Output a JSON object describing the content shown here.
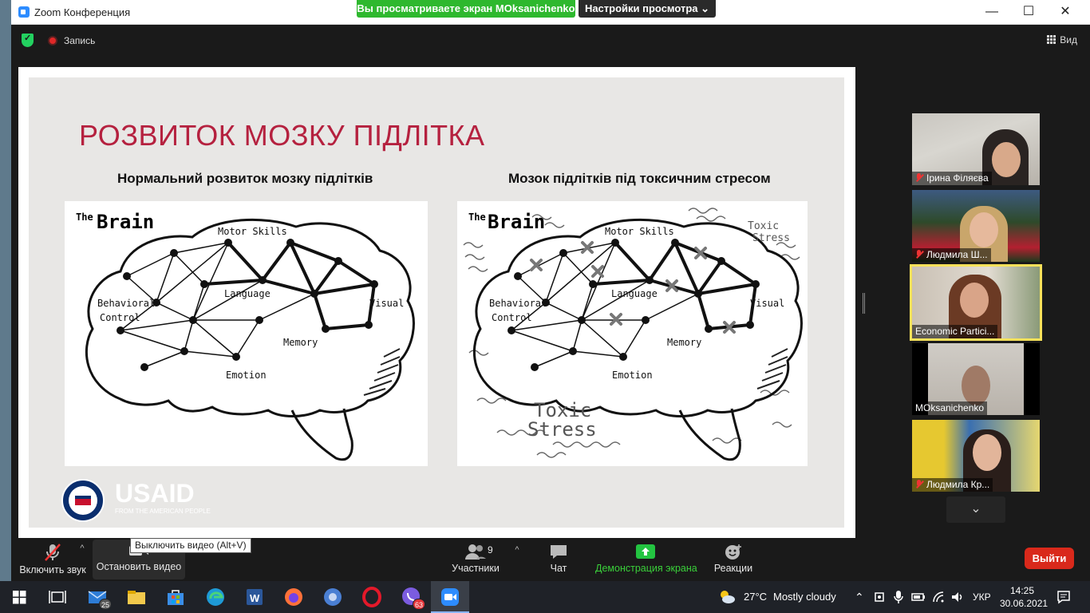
{
  "window": {
    "title": "Zoom Конференция",
    "viewing_banner": "Вы просматриваете экран MOksanichenko",
    "view_settings": "Настройки просмотра ⌄"
  },
  "topbar": {
    "record_label": "Запись",
    "view_label": "Вид"
  },
  "slide": {
    "title": "РОЗВИТОК МОЗКУ ПІДЛІТКА",
    "left_heading": "Нормальний розвиток мозку підлітків",
    "right_heading": "Мозок підлітків під токсичним стресом",
    "brain_title_the": "The",
    "brain_title": "Brain",
    "regions": {
      "motor": "Motor Skills",
      "language": "Language",
      "behavioral1": "Behavioral",
      "behavioral2": "Control",
      "visual": "Visual",
      "memory": "Memory",
      "emotion": "Emotion"
    },
    "toxic_small1": "Toxic",
    "toxic_small2": "Stress",
    "toxic_big1": "Toxic",
    "toxic_big2": "Stress",
    "usaid_logo": "USAID",
    "usaid_tagline": "FROM THE AMERICAN PEOPLE"
  },
  "participants": [
    {
      "name": "Ірина Філяєва",
      "muted": true
    },
    {
      "name": "Людмила Ш...",
      "muted": true
    },
    {
      "name": "Economic Partici...",
      "muted": false
    },
    {
      "name": "MOksanichenko",
      "muted": false
    },
    {
      "name": "Людмила Кр...",
      "muted": true
    }
  ],
  "toolbar": {
    "mute_label": "Включить звук",
    "video_label": "Остановить видео",
    "video_tooltip": "Выключить видео (Alt+V)",
    "participants_label": "Участники",
    "participants_count": "9",
    "chat_label": "Чат",
    "share_label": "Демонстрация экрана",
    "reactions_label": "Реакции",
    "leave_label": "Выйти"
  },
  "taskbar": {
    "mail_badge": "25",
    "viber_badge": "63",
    "weather_temp": "27°C",
    "weather_text": "Mostly cloudy",
    "lang": "УКР",
    "time": "14:25",
    "date": "30.06.2021"
  },
  "colors": {
    "slide_title": "#b5213f",
    "zoom_green": "#2eb82e",
    "leave_red": "#d9291b",
    "active_speaker": "#f7e15a"
  }
}
